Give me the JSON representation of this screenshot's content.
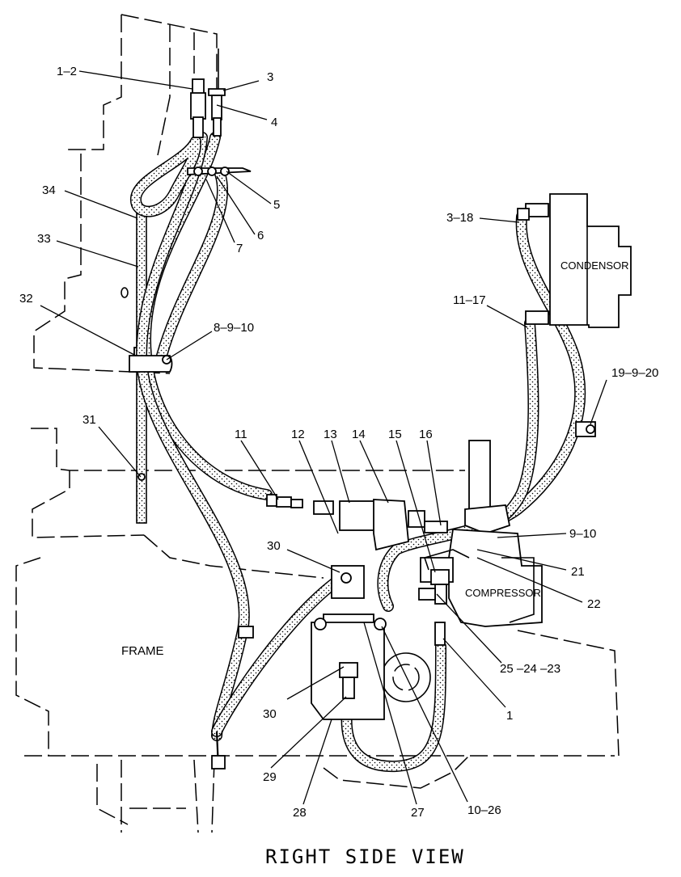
{
  "title": "RIGHT SIDE VIEW",
  "components": {
    "condensor": "CONDENSOR",
    "compressor": "COMPRESSOR",
    "frame": "FRAME"
  },
  "callouts": {
    "c1_2": "1–2",
    "c3": "3",
    "c4": "4",
    "c5": "5",
    "c6": "6",
    "c7": "7",
    "c34": "34",
    "c33": "33",
    "c32": "32",
    "c8_9_10": "8–9–10",
    "c31": "31",
    "c3_18": "3–18",
    "c11_17": "11–17",
    "c19_9_20": "19–9–20",
    "c11": "11",
    "c12": "12",
    "c13": "13",
    "c14": "14",
    "c15": "15",
    "c16": "16",
    "c9_10": "9–10",
    "c21": "21",
    "c22": "22",
    "c30a": "30",
    "c30b": "30",
    "c25_24_23": "25 –24 –23",
    "c1": "1",
    "c29": "29",
    "c28": "28",
    "c27": "27",
    "c10_26": "10–26"
  }
}
